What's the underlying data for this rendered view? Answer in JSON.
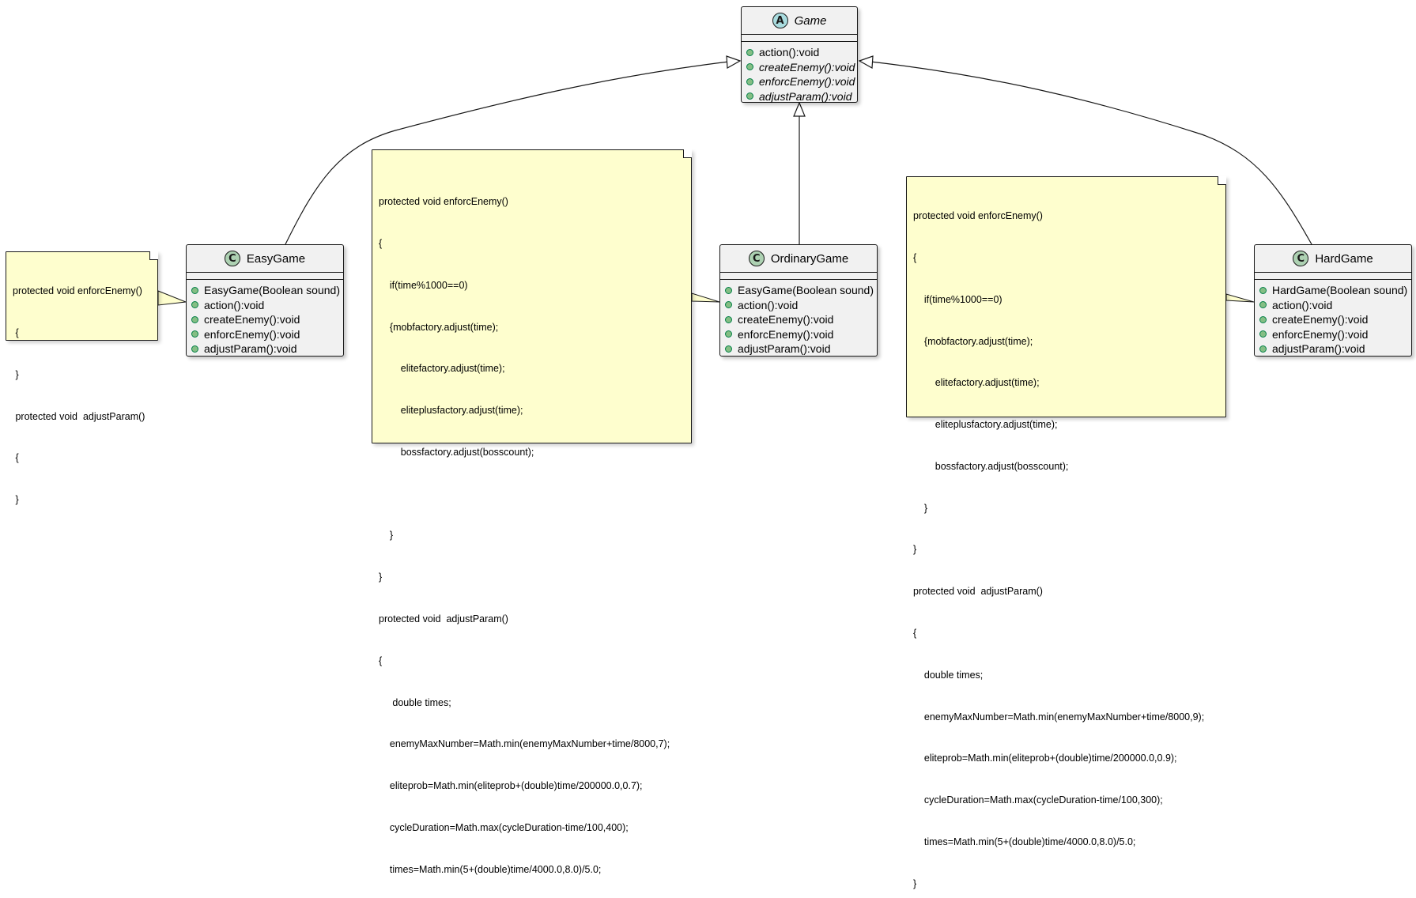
{
  "classes": {
    "game": {
      "stereotype": "A",
      "name": "Game",
      "methods": [
        "action():void",
        "createEnemy():void",
        "enforcEnemy():void",
        "adjustParam():void"
      ]
    },
    "easy": {
      "stereotype": "C",
      "name": "EasyGame",
      "methods": [
        "EasyGame(Boolean sound)",
        "action():void",
        "createEnemy():void",
        "enforcEnemy():void",
        "adjustParam():void"
      ]
    },
    "ordinary": {
      "stereotype": "C",
      "name": "OrdinaryGame",
      "methods": [
        "EasyGame(Boolean sound)",
        "action():void",
        "createEnemy():void",
        "enforcEnemy():void",
        "adjustParam():void"
      ]
    },
    "hard": {
      "stereotype": "C",
      "name": "HardGame",
      "methods": [
        "HardGame(Boolean sound)",
        "action():void",
        "createEnemy():void",
        "enforcEnemy():void",
        "adjustParam():void"
      ]
    }
  },
  "notes": {
    "easy": [
      "protected void enforcEnemy()",
      " {",
      " }",
      " protected void  adjustParam()",
      " {",
      " }"
    ],
    "ordinary": [
      "protected void enforcEnemy()",
      "{",
      "    if(time%1000==0)",
      "    {mobfactory.adjust(time);",
      "        elitefactory.adjust(time);",
      "        eliteplusfactory.adjust(time);",
      "        bossfactory.adjust(bosscount);",
      "",
      "    }",
      "}",
      "protected void  adjustParam()",
      "{",
      "     double times;",
      "    enemyMaxNumber=Math.min(enemyMaxNumber+time/8000,7);",
      "    eliteprob=Math.min(eliteprob+(double)time/200000.0,0.7);",
      "    cycleDuration=Math.max(cycleDuration-time/100,400);",
      "    times=Math.min(5+(double)time/4000.0,8.0)/5.0;",
      "}"
    ],
    "hard": [
      "protected void enforcEnemy()",
      "{",
      "    if(time%1000==0)",
      "    {mobfactory.adjust(time);",
      "        elitefactory.adjust(time);",
      "        eliteplusfactory.adjust(time);",
      "        bossfactory.adjust(bosscount);",
      "    }",
      "}",
      "protected void  adjustParam()",
      "{",
      "    double times;",
      "    enemyMaxNumber=Math.min(enemyMaxNumber+time/8000,9);",
      "    eliteprob=Math.min(eliteprob+(double)time/200000.0,0.9);",
      "    cycleDuration=Math.max(cycleDuration-time/100,300);",
      "    times=Math.min(5+(double)time/4000.0,8.0)/5.0;",
      "}"
    ]
  },
  "colors": {
    "class_fill": "#f1f1f1",
    "class_border": "#181818",
    "class_circle": "#add1b2",
    "abstract_circle": "#a9dcdf",
    "note_fill": "#fefece",
    "visibility_dot": "#84be84"
  }
}
